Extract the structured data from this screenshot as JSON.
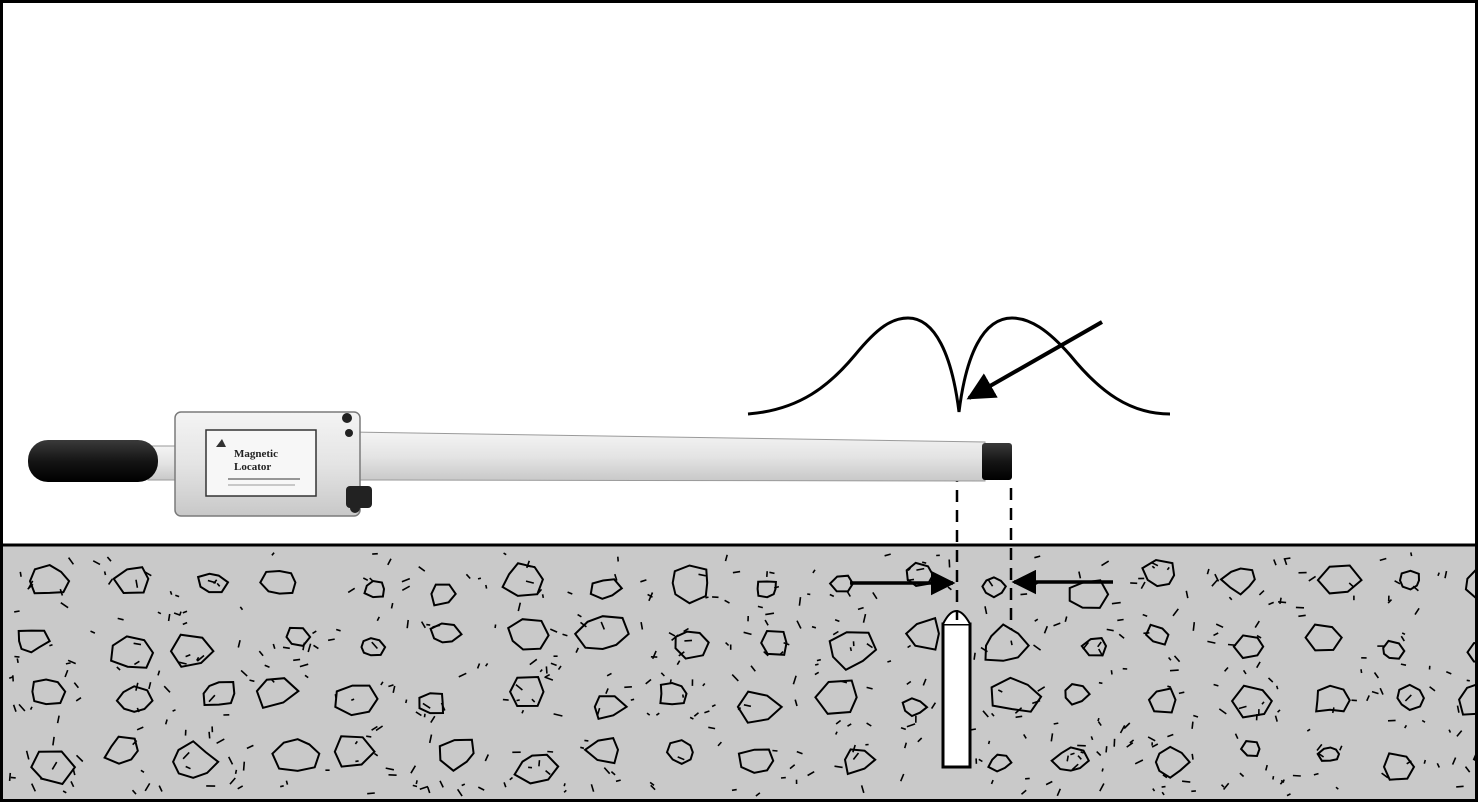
{
  "diagram": {
    "subject": "magnetic locator detecting buried object",
    "colors": {
      "background": "#ffffff",
      "ground_fill": "#c9c9c9",
      "outline": "#000000",
      "instrument_body": "#e2e2e2",
      "instrument_grip": "#1a1a1a"
    },
    "elements": {
      "instrument": {
        "icon": "magnetic-locator-icon"
      },
      "signal_curve": {
        "icon": "twin-peak-signal-curve",
        "shape": "two peaks with null at center"
      },
      "null_pointer": {
        "icon": "arrow-icon"
      },
      "width_indicators": {
        "icon": "inward-arrows-icon"
      },
      "buried_marker": {
        "icon": "vertical-bar-icon"
      },
      "ground": {
        "icon": "concrete-aggregate-texture"
      }
    },
    "label_plate": {
      "line1": "Magnetic",
      "line2": "Locator"
    }
  }
}
